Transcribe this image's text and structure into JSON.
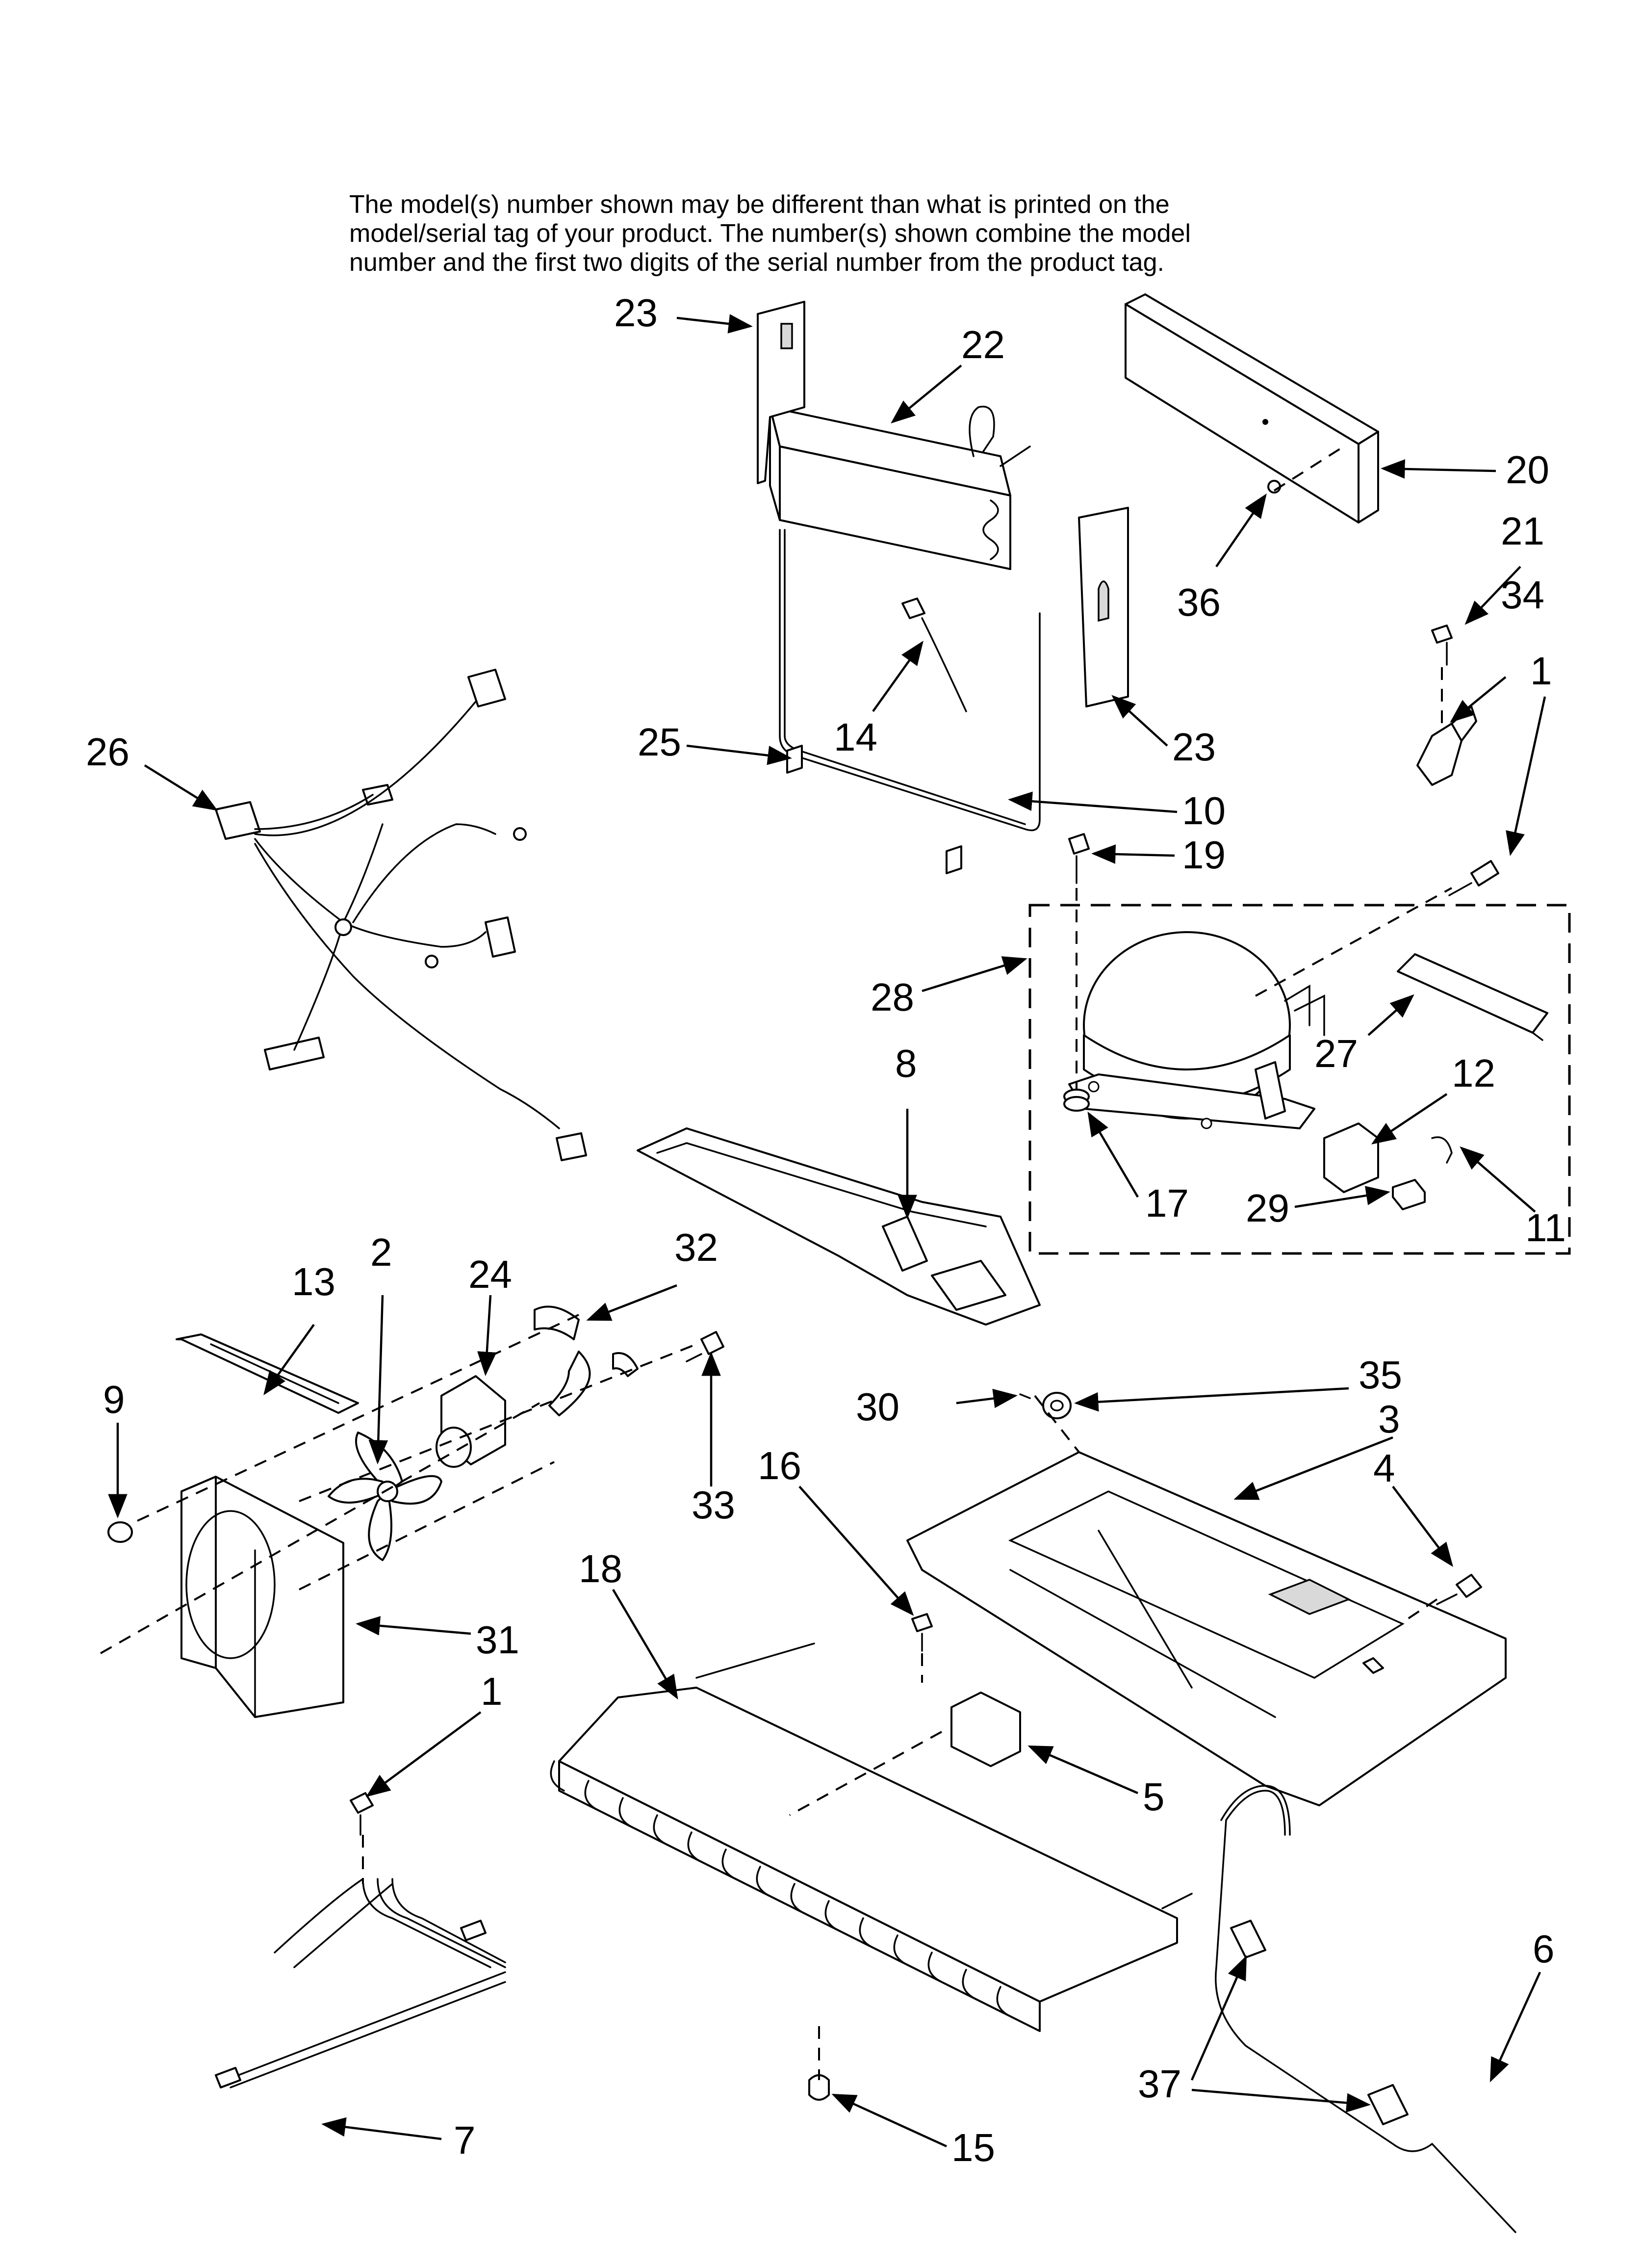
{
  "note": {
    "lines": [
      "The model(s) number shown may be different than what is printed on the",
      "model/serial tag of your product. The number(s) shown combine the model",
      "number and the first two digits of the serial number from the product tag."
    ]
  },
  "callouts": {
    "c23a": "23",
    "c22": "22",
    "c20": "20",
    "c21": "21",
    "c34": "34",
    "c1a": "1",
    "c36": "36",
    "c26": "26",
    "c25": "25",
    "c14": "14",
    "c23b": "23",
    "c10": "10",
    "c19": "19",
    "c28": "28",
    "c27": "27",
    "c12": "12",
    "c8": "8",
    "c17": "17",
    "c29": "29",
    "c11": "11",
    "c13": "13",
    "c2": "2",
    "c24": "24",
    "c32": "32",
    "c9": "9",
    "c33": "33",
    "c30": "30",
    "c35": "35",
    "c3": "3",
    "c16": "16",
    "c4": "4",
    "c18": "18",
    "c31": "31",
    "c1b": "1",
    "c5": "5",
    "c6": "6",
    "c37": "37",
    "c7": "7",
    "c15": "15"
  }
}
